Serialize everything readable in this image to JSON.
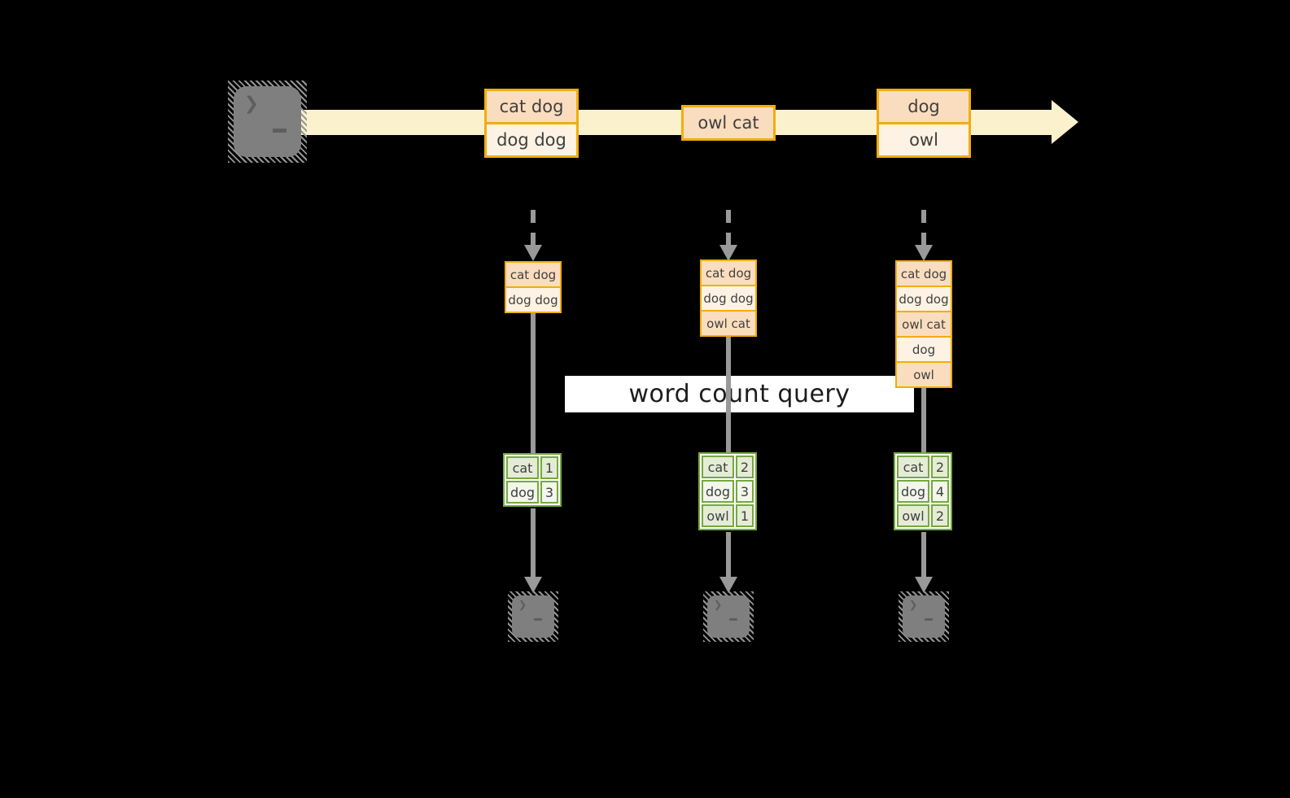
{
  "query_band": {
    "label": "word count query"
  },
  "stream_events": [
    {
      "rows": [
        "cat dog",
        "dog dog"
      ]
    },
    {
      "rows": [
        "owl cat"
      ]
    },
    {
      "rows": [
        "dog",
        "owl"
      ]
    }
  ],
  "state_buffers": [
    {
      "rows": [
        "cat dog",
        "dog dog"
      ]
    },
    {
      "rows": [
        "cat dog",
        "dog dog",
        "owl cat"
      ]
    },
    {
      "rows": [
        "cat dog",
        "dog dog",
        "owl cat",
        "dog",
        "owl"
      ]
    }
  ],
  "count_tables": [
    {
      "rows": [
        {
          "word": "cat",
          "count": "1"
        },
        {
          "word": "dog",
          "count": "3"
        }
      ]
    },
    {
      "rows": [
        {
          "word": "cat",
          "count": "2"
        },
        {
          "word": "dog",
          "count": "3"
        },
        {
          "word": "owl",
          "count": "1"
        }
      ]
    },
    {
      "rows": [
        {
          "word": "cat",
          "count": "2"
        },
        {
          "word": "dog",
          "count": "4"
        },
        {
          "word": "owl",
          "count": "2"
        }
      ]
    }
  ],
  "icons": {
    "terminal_prompt": "❯"
  },
  "colors": {
    "background": "#000000",
    "amber_border": "#f2ad0d",
    "peach_fill": "#faddbe",
    "cream_fill": "#fdf2e3",
    "stream_band": "#fbf1cd",
    "green_border": "#76a83f",
    "green_fill_dark": "#e4ecd5",
    "green_fill_light": "#f2f6eb",
    "arrow_gray": "#999999",
    "terminal_gray": "#7f7f7f",
    "query_band_bg": "#ffffff"
  }
}
